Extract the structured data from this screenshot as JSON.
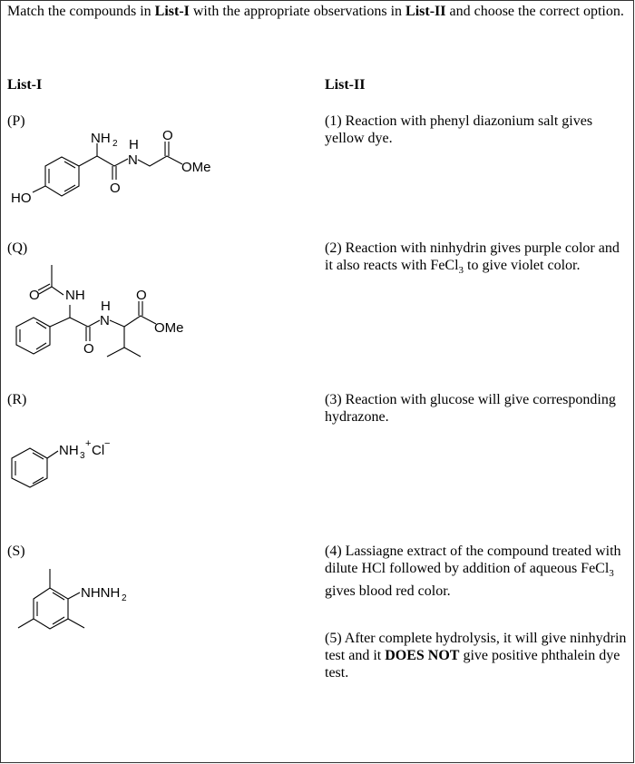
{
  "question": {
    "part1": "Match the compounds in ",
    "list1": "List-I",
    "part2": " with the appropriate observations in ",
    "list2": "List-II",
    "part3": " and choose the correct option."
  },
  "headers": {
    "list1": "List-I",
    "list2": "List-II"
  },
  "compounds": [
    {
      "label": "(P)",
      "atoms": {
        "nh2": "NH",
        "nh2_sub": "2",
        "h": "H",
        "n": "N",
        "o1": "O",
        "o2": "O",
        "ome": "OMe",
        "ho": "HO"
      }
    },
    {
      "label": "(Q)",
      "atoms": {
        "nh": "NH",
        "o_acetyl": "O",
        "h": "H",
        "n": "N",
        "o1": "O",
        "o2": "O",
        "ome": "OMe"
      }
    },
    {
      "label": "(R)",
      "atoms": {
        "nh3": "NH",
        "sub3": "3",
        "plus": "+",
        "cl": "Cl",
        "minus": "−"
      }
    },
    {
      "label": "(S)",
      "atoms": {
        "nhnh2": "NHNH",
        "sub2": "2"
      }
    }
  ],
  "observations": [
    {
      "text": "(1) Reaction with phenyl diazonium salt gives yellow dye."
    },
    {
      "a": "(2) Reaction with ninhydrin gives purple color and it also reacts with FeCl",
      "sub": "3",
      "b": " to give violet color."
    },
    {
      "text": "(3) Reaction with glucose will give corresponding hydrazone."
    },
    {
      "a": "(4) Lassiagne extract of the compound treated with dilute HCl followed by addition of aqueous FeCl",
      "sub": "3",
      "b": " gives blood red color."
    },
    {
      "a": "(5) After complete hydrolysis, it will give ninhydrin test and it ",
      "bold": "DOES NOT",
      "b": " give positive phthalein dye test."
    }
  ]
}
